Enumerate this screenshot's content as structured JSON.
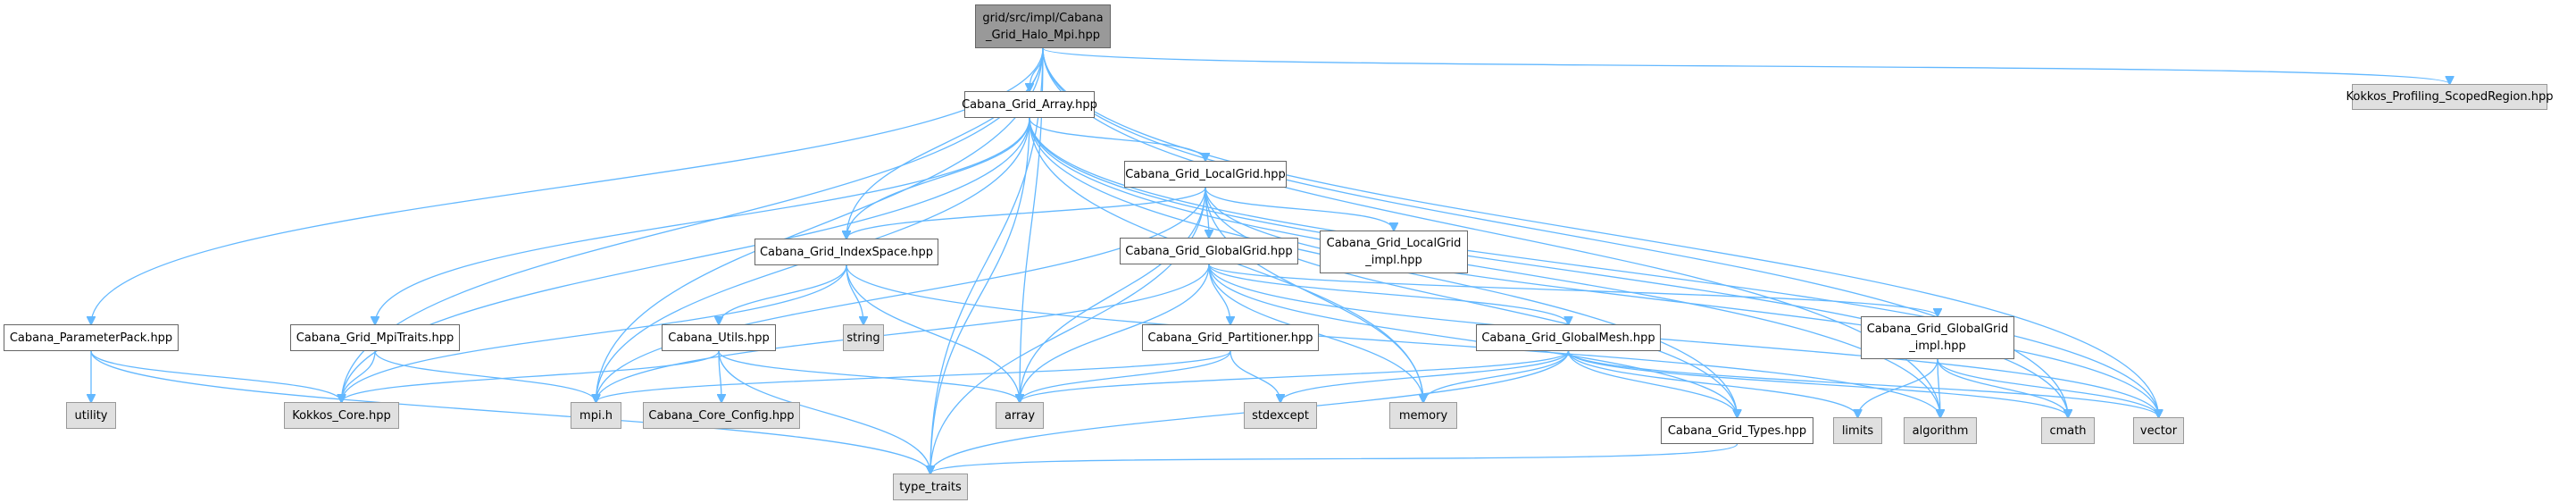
{
  "title": "Include dependency graph for grid/src/impl/Cabana_Grid_Halo_Mpi.hpp",
  "colors": {
    "edge": "#63b8ff",
    "root_fill": "#999999",
    "node_fill": "#ffffff",
    "external_fill": "#e0e0e0",
    "border": "#666666"
  },
  "nodes": [
    {
      "id": "root",
      "label": "grid/src/impl/Cabana\n_Grid_Halo_Mpi.hpp",
      "kind": "root"
    },
    {
      "id": "array_hpp",
      "label": "Cabana_Grid_Array.hpp",
      "kind": "local"
    },
    {
      "id": "kokkos_prof",
      "label": "Kokkos_Profiling_ScopedRegion.hpp",
      "kind": "external"
    },
    {
      "id": "localgrid",
      "label": "Cabana_Grid_LocalGrid.hpp",
      "kind": "local"
    },
    {
      "id": "indexspace",
      "label": "Cabana_Grid_IndexSpace.hpp",
      "kind": "local"
    },
    {
      "id": "globalgrid",
      "label": "Cabana_Grid_GlobalGrid.hpp",
      "kind": "local"
    },
    {
      "id": "localgrid_impl",
      "label": "Cabana_Grid_LocalGrid\n_impl.hpp",
      "kind": "local"
    },
    {
      "id": "parameterpack",
      "label": "Cabana_ParameterPack.hpp",
      "kind": "local"
    },
    {
      "id": "mpitraits",
      "label": "Cabana_Grid_MpiTraits.hpp",
      "kind": "local"
    },
    {
      "id": "utils",
      "label": "Cabana_Utils.hpp",
      "kind": "local"
    },
    {
      "id": "string",
      "label": "string",
      "kind": "external"
    },
    {
      "id": "partitioner",
      "label": "Cabana_Grid_Partitioner.hpp",
      "kind": "local"
    },
    {
      "id": "globalmesh",
      "label": "Cabana_Grid_GlobalMesh.hpp",
      "kind": "local"
    },
    {
      "id": "globalgrid_impl",
      "label": "Cabana_Grid_GlobalGrid\n_impl.hpp",
      "kind": "local"
    },
    {
      "id": "utility",
      "label": "utility",
      "kind": "external"
    },
    {
      "id": "kokkos_core",
      "label": "Kokkos_Core.hpp",
      "kind": "external"
    },
    {
      "id": "mpi",
      "label": "mpi.h",
      "kind": "external"
    },
    {
      "id": "core_config",
      "label": "Cabana_Core_Config.hpp",
      "kind": "external"
    },
    {
      "id": "array",
      "label": "array",
      "kind": "external"
    },
    {
      "id": "stdexcept",
      "label": "stdexcept",
      "kind": "external"
    },
    {
      "id": "memory",
      "label": "memory",
      "kind": "external"
    },
    {
      "id": "types",
      "label": "Cabana_Grid_Types.hpp",
      "kind": "local"
    },
    {
      "id": "limits",
      "label": "limits",
      "kind": "external"
    },
    {
      "id": "algorithm",
      "label": "algorithm",
      "kind": "external"
    },
    {
      "id": "cmath",
      "label": "cmath",
      "kind": "external"
    },
    {
      "id": "vector",
      "label": "vector",
      "kind": "external"
    },
    {
      "id": "type_traits",
      "label": "type_traits",
      "kind": "external"
    }
  ],
  "edges": [
    [
      "root",
      "array_hpp"
    ],
    [
      "root",
      "kokkos_prof"
    ],
    [
      "root",
      "indexspace"
    ],
    [
      "root",
      "parameterpack"
    ],
    [
      "root",
      "kokkos_core"
    ],
    [
      "root",
      "mpi"
    ],
    [
      "root",
      "array"
    ],
    [
      "root",
      "type_traits"
    ],
    [
      "root",
      "vector"
    ],
    [
      "root",
      "cmath"
    ],
    [
      "root",
      "algorithm"
    ],
    [
      "array_hpp",
      "localgrid"
    ],
    [
      "array_hpp",
      "indexspace"
    ],
    [
      "array_hpp",
      "mpitraits"
    ],
    [
      "array_hpp",
      "kokkos_core"
    ],
    [
      "array_hpp",
      "mpi"
    ],
    [
      "array_hpp",
      "memory"
    ],
    [
      "array_hpp",
      "types"
    ],
    [
      "array_hpp",
      "type_traits"
    ],
    [
      "array_hpp",
      "vector"
    ],
    [
      "array_hpp",
      "cmath"
    ],
    [
      "array_hpp",
      "algorithm"
    ],
    [
      "localgrid",
      "indexspace"
    ],
    [
      "localgrid",
      "globalgrid"
    ],
    [
      "localgrid",
      "localgrid_impl"
    ],
    [
      "localgrid",
      "array"
    ],
    [
      "localgrid",
      "memory"
    ],
    [
      "localgrid",
      "types"
    ],
    [
      "localgrid",
      "vector"
    ],
    [
      "localgrid",
      "type_traits"
    ],
    [
      "localgrid",
      "mpi"
    ],
    [
      "indexspace",
      "utils"
    ],
    [
      "indexspace",
      "string"
    ],
    [
      "indexspace",
      "kokkos_core"
    ],
    [
      "indexspace",
      "array"
    ],
    [
      "indexspace",
      "algorithm"
    ],
    [
      "globalgrid",
      "partitioner"
    ],
    [
      "globalgrid",
      "globalmesh"
    ],
    [
      "globalgrid",
      "globalgrid_impl"
    ],
    [
      "globalgrid",
      "mpi"
    ],
    [
      "globalgrid",
      "array"
    ],
    [
      "globalgrid",
      "memory"
    ],
    [
      "globalgrid",
      "types"
    ],
    [
      "globalgrid",
      "vector"
    ],
    [
      "parameterpack",
      "utility"
    ],
    [
      "parameterpack",
      "kokkos_core"
    ],
    [
      "parameterpack",
      "type_traits"
    ],
    [
      "mpitraits",
      "kokkos_core"
    ],
    [
      "mpitraits",
      "mpi"
    ],
    [
      "utils",
      "kokkos_core"
    ],
    [
      "utils",
      "core_config"
    ],
    [
      "utils",
      "type_traits"
    ],
    [
      "utils",
      "array"
    ],
    [
      "partitioner",
      "mpi"
    ],
    [
      "partitioner",
      "array"
    ],
    [
      "partitioner",
      "stdexcept"
    ],
    [
      "globalmesh",
      "array"
    ],
    [
      "globalmesh",
      "stdexcept"
    ],
    [
      "globalmesh",
      "memory"
    ],
    [
      "globalmesh",
      "types"
    ],
    [
      "globalmesh",
      "limits"
    ],
    [
      "globalmesh",
      "cmath"
    ],
    [
      "globalmesh",
      "vector"
    ],
    [
      "globalmesh",
      "type_traits"
    ],
    [
      "globalgrid_impl",
      "limits"
    ],
    [
      "globalgrid_impl",
      "algorithm"
    ],
    [
      "globalgrid_impl",
      "cmath"
    ],
    [
      "globalgrid_impl",
      "vector"
    ],
    [
      "types",
      "type_traits"
    ]
  ]
}
